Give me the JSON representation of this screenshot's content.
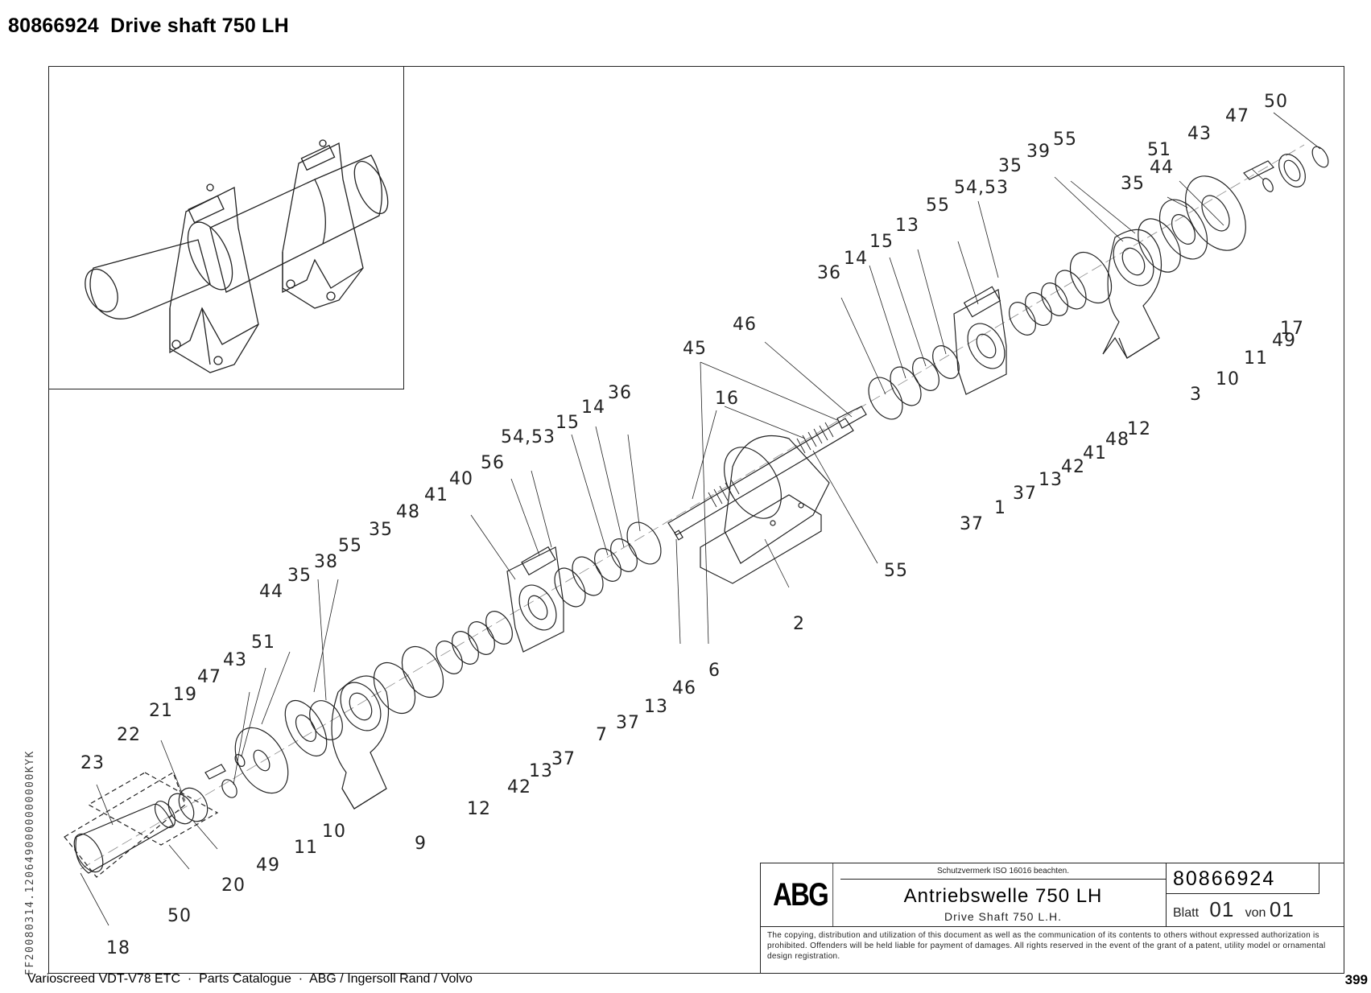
{
  "page": {
    "title": "80866924  Drive shaft 750 LH",
    "footer_left": "Varioscreed VDT-V78 ETC  ·  Parts Catalogue  ·  ABG / Ingersoll Rand / Volvo",
    "page_number": "399",
    "side_code": "FF20080314.1206490000000000KYK"
  },
  "titleblock": {
    "logo": "ABG",
    "protection_note": "Schutzvermerk ISO 16016 beachten.",
    "title_de": "Antriebswelle 750 LH",
    "title_en": "Drive Shaft 750 L.H.",
    "drawing_number": "80866924",
    "sheet_label": "Blatt",
    "sheet_number": "01",
    "of_label": "von",
    "sheet_total": "01",
    "copyright": "The copying, distribution and utilization of this document as well as the communication of its contents to others without expressed authorization is prohibited. Offenders will be held liable for payment of damages. All rights reserved in the event of the grant of a patent, utility model or ornamental design registration."
  },
  "callouts": [
    "50",
    "47",
    "43",
    "51",
    "44",
    "35",
    "39",
    "55",
    "35",
    "54,53",
    "55",
    "13",
    "15",
    "14",
    "36",
    "46",
    "45",
    "16",
    "17",
    "49",
    "11",
    "10",
    "3",
    "12",
    "48",
    "41",
    "42",
    "13",
    "37",
    "1",
    "37",
    "36",
    "14",
    "15",
    "54,53",
    "56",
    "40",
    "41",
    "48",
    "35",
    "55",
    "38",
    "35",
    "44",
    "51",
    "43",
    "47",
    "19",
    "21",
    "22",
    "23",
    "55",
    "2",
    "46",
    "6",
    "13",
    "37",
    "7",
    "37",
    "13",
    "42",
    "12",
    "9",
    "10",
    "11",
    "49",
    "20",
    "50",
    "18"
  ]
}
